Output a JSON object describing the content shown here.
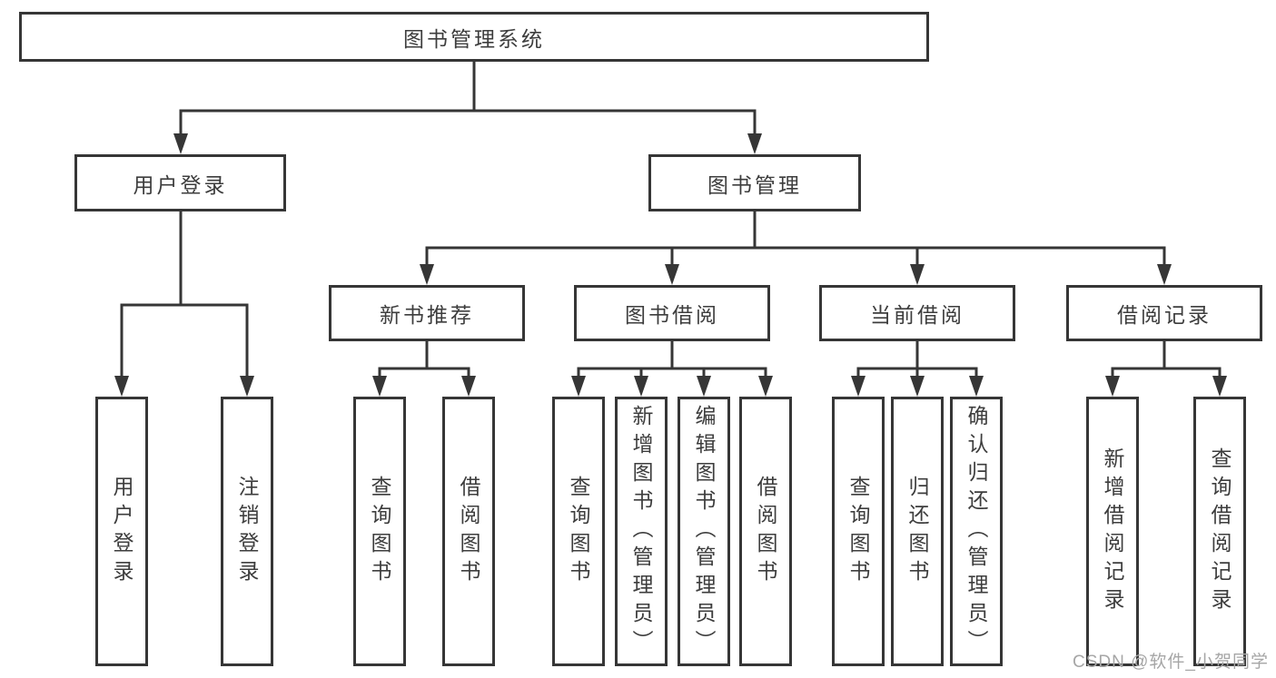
{
  "colors": {
    "line": "#363636",
    "text": "#3d3d3d",
    "background": "#ffffff",
    "watermark_color": "#a6a6a6"
  },
  "diagram": {
    "root": {
      "label": "图书管理系统"
    },
    "branches": [
      {
        "label": "用户登录",
        "children": [
          {
            "label": "用户登录"
          },
          {
            "label": "注销登录"
          }
        ]
      },
      {
        "label": "图书管理",
        "groups": [
          {
            "label": "新书推荐",
            "children": [
              {
                "label": "查询图书"
              },
              {
                "label": "借阅图书"
              }
            ]
          },
          {
            "label": "图书借阅",
            "children": [
              {
                "label": "查询图书"
              },
              {
                "label": "新增图书（管理员）"
              },
              {
                "label": "编辑图书（管理员）"
              },
              {
                "label": "借阅图书"
              }
            ]
          },
          {
            "label": "当前借阅",
            "children": [
              {
                "label": "查询图书"
              },
              {
                "label": "归还图书"
              },
              {
                "label": "确认归还（管理员）"
              }
            ]
          },
          {
            "label": "借阅记录",
            "children": [
              {
                "label": "新增借阅记录"
              },
              {
                "label": "查询借阅记录"
              }
            ]
          }
        ]
      }
    ]
  },
  "watermark": {
    "text": "CSDN @软件_小贺同学"
  }
}
